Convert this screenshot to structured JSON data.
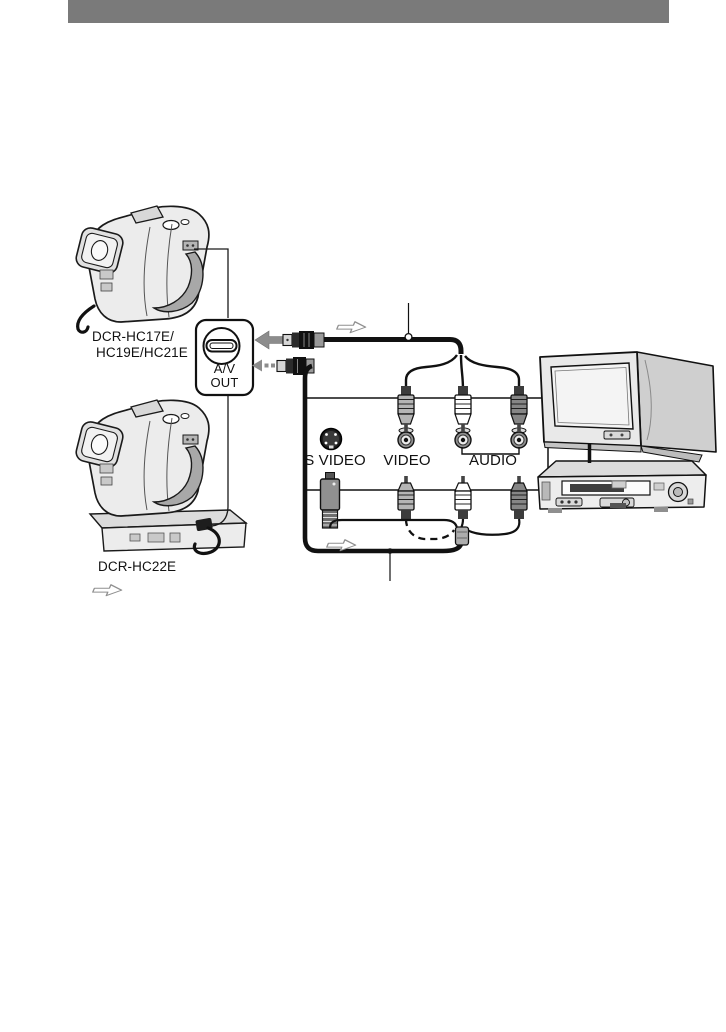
{
  "page": {
    "type": "camcorder-manual-connection-diagram",
    "background": "#ffffff"
  },
  "header": {
    "bar_color": "#7a7a7a"
  },
  "diagram": {
    "camcorders": {
      "top": {
        "label_line1": "DCR-HC17E/",
        "label_line2": "HC19E/HC21E"
      },
      "bottom": {
        "label": "DCR-HC22E"
      }
    },
    "av_out_box": {
      "label_line1": "A/V",
      "label_line2": "OUT"
    },
    "panel": {
      "s_video_label": "S VIDEO",
      "video_label": "VIDEO",
      "audio_label": "AUDIO"
    },
    "icons": {
      "av_jack": "av-out-jack-icon",
      "solid_arrow": "plug-direction-arrow-solid-icon",
      "dotted_arrow": "plug-direction-arrow-dotted-icon",
      "signal_flow_arrow": "signal-flow-arrow-icon",
      "s_video_jack": "s-video-jack-icon",
      "rca_jack": "rca-jack-icon"
    },
    "colors": {
      "line": "#1a1a1a",
      "device_fill": "#ececec",
      "strap_gray": "#a8a8a8",
      "plug_video": "#b5b5b5",
      "plug_audio_left": "#ffffff",
      "plug_audio_right": "#868686",
      "arrow_gray": "#8c8c8c"
    }
  }
}
